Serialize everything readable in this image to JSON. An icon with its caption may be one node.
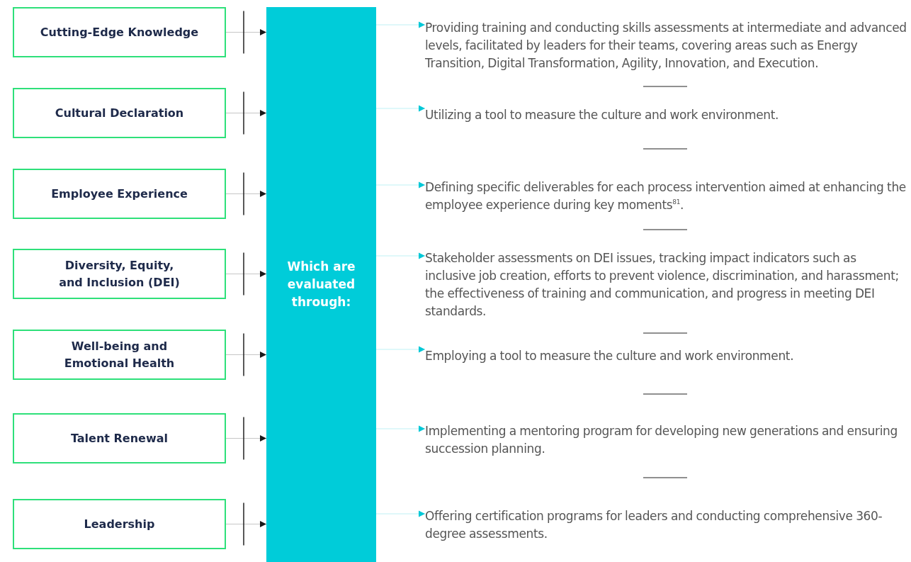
{
  "diagram": {
    "nodes": [
      {
        "text": [
          "Cutting-Edge Knowledge"
        ]
      },
      {
        "text": [
          "Cultural Declaration"
        ]
      },
      {
        "text": [
          "Employee Experience"
        ]
      },
      {
        "text": [
          "Diversity, Equity, and Inclusion (DEI)"
        ]
      },
      {
        "text": [
          "Well-being and Emotional Health"
        ]
      },
      {
        "text": [
          "Talent Renewal"
        ]
      },
      {
        "text": [
          "Leadership"
        ]
      },
      {
        "text": [
          "Which are evaluated through:"
        ]
      },
      {
        "text": [
          "Providing training and conducting skills assessments at intermediate and advanced levels, facilitated by leaders for their teams, covering areas such as Energy Transition, Digital Transformation, Agility, Innovation, and Execution."
        ]
      },
      {
        "text": [
          "Utilizing a tool to measure the culture and work environment."
        ]
      },
      {
        "text": [
          "Defining specific deliverables for each process intervention aimed at enhancing the employee experience during key moments$^{81}$."
        ]
      },
      {
        "text": [
          "Stakeholder assessments on DEI issues, tracking impact indicators such as inclusive job creation, efforts to prevent violence, discrimination, and harassment; the effectiveness of training and communication, and progress in meeting DEI standards."
        ]
      },
      {
        "text": [
          "Employing a tool to measure the culture and work environment."
        ]
      },
      {
        "text": [
          "Implementing a mentoring program for developing new generations and ensuring succession planning."
        ]
      },
      {
        "text": [
          "Offering certification programs for leaders and conducting comprehensive 360-degree assessments."
        ]
      }
    ],
    "edges": [
      {
        "from": 0,
        "to": 7,
        "arrow": "to"
      },
      {
        "from": 1,
        "to": 7,
        "arrow": "to"
      },
      {
        "from": 2,
        "to": 7,
        "arrow": "to"
      },
      {
        "from": 3,
        "to": 7,
        "arrow": "to"
      },
      {
        "from": 4,
        "to": 7,
        "arrow": "to"
      },
      {
        "from": 5,
        "to": 7,
        "arrow": "to"
      },
      {
        "from": 6,
        "to": 7,
        "arrow": "to"
      },
      {
        "from": 7,
        "to": 8,
        "arrow": "to",
        "color": "#00c8d7"
      },
      {
        "from": 7,
        "to": 9,
        "arrow": "to",
        "color": "#00c8d7"
      },
      {
        "from": 7,
        "to": 10,
        "arrow": "to",
        "color": "#00c8d7"
      },
      {
        "from": 7,
        "to": 11,
        "arrow": "to",
        "color": "#00c8d7"
      },
      {
        "from": 7,
        "to": 12,
        "arrow": "to",
        "color": "#00c8d7"
      },
      {
        "from": 7,
        "to": 13,
        "arrow": "to",
        "color": "#00c8d7"
      },
      {
        "from": 7,
        "to": 14,
        "arrow": "to",
        "color": "#00c8d7"
      }
    ]
  }
}
